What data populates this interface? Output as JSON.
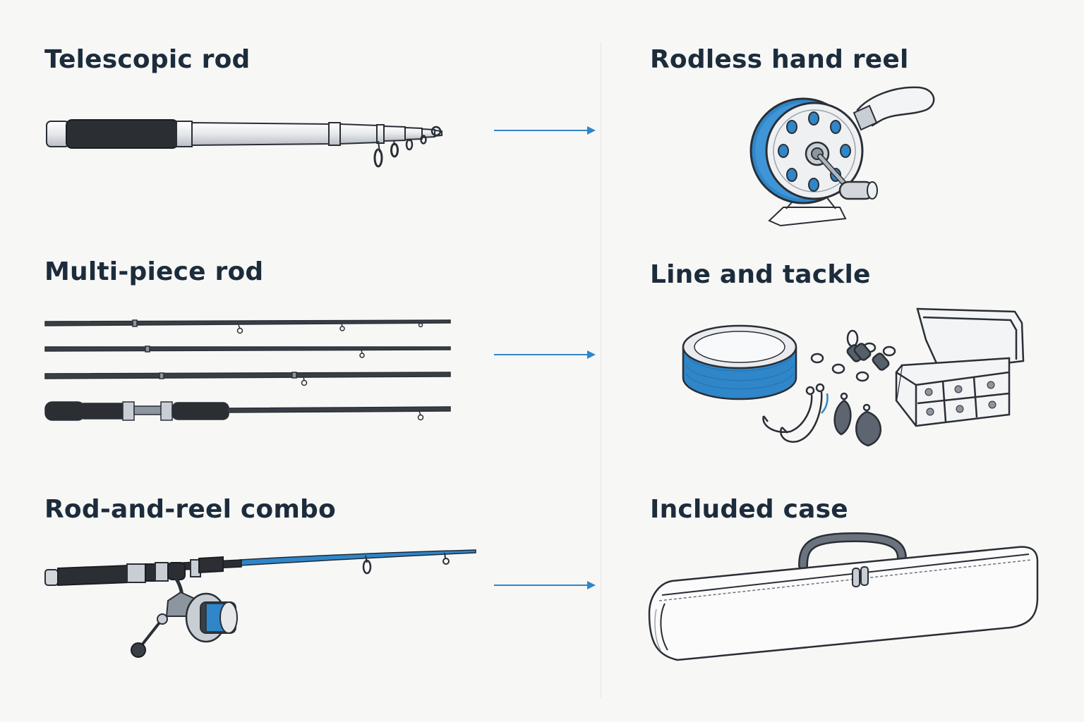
{
  "rows": [
    {
      "left_label": "Telescopic rod",
      "right_label": "Rodless hand reel"
    },
    {
      "left_label": "Multi-piece rod",
      "right_label": "Line and tackle"
    },
    {
      "left_label": "Rod-and-reel combo",
      "right_label": "Included case"
    }
  ],
  "icons": {
    "telescopic_rod": "telescopic-rod-icon",
    "hand_reel": "hand-reel-icon",
    "multi_piece_rod": "multi-piece-rod-icon",
    "line_and_tackle": "line-and-tackle-icon",
    "combo": "rod-and-reel-combo-icon",
    "case": "rod-case-icon"
  },
  "colors": {
    "text": "#1c2c3c",
    "accent_blue": "#2f86c8",
    "arrow": "#2f86c8",
    "outline": "#2a2f36"
  }
}
